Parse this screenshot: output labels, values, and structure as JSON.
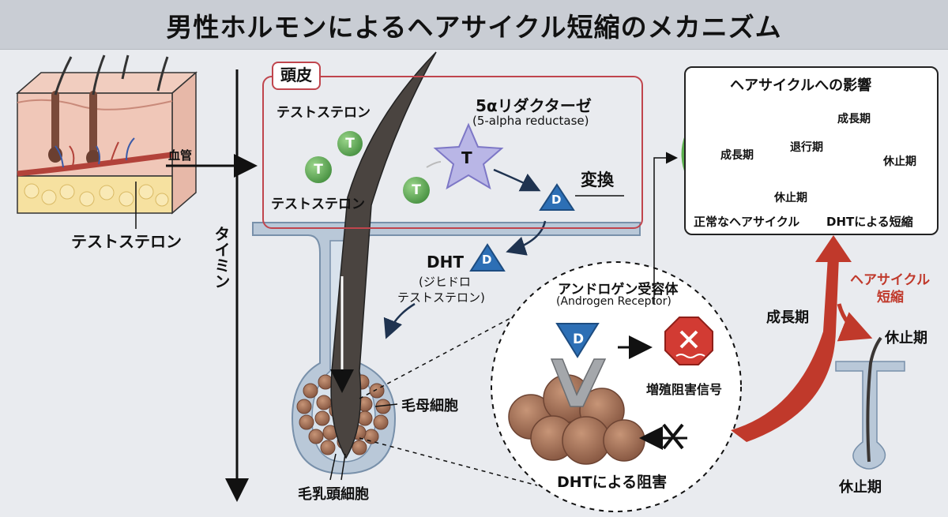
{
  "title": "男性ホルモンによるヘアサイクル短縮のメカニズム",
  "skin_section": {
    "blood_vessel_label": "血管",
    "testosterone_label": "テストステロン"
  },
  "timeline_label": "タイミン",
  "scalp": {
    "label": "頭皮",
    "testosterone_top": "テストステロン",
    "testosterone_bottom": "テストステロン",
    "enzyme_name": "5αリダクターゼ",
    "enzyme_english": "(5-alpha reductase)",
    "conversion_label": "変換",
    "t_symbol": "T",
    "d_symbol": "D"
  },
  "dht": {
    "name": "DHT",
    "full_name_line1": "(ジヒドロ",
    "full_name_line2": "テストステロン)"
  },
  "follicle": {
    "matrix_cells": "毛母細胞",
    "papilla_cells": "毛乳頭細胞"
  },
  "receptor": {
    "title": "アンドロゲン受容体",
    "english": "(Androgen Receptor)",
    "signal_label": "増殖阻害信号",
    "caption": "DHTによる阻害"
  },
  "effect_panel": {
    "title": "ヘアサイクルへの影響",
    "growth_phase": "成長期",
    "regression_phase": "退行期",
    "resting_phase": "休止期",
    "normal_caption": "正常なヘアサイクル",
    "short_growth": "成長期",
    "short_rest": "休止期",
    "dht_caption": "DHTによる短縮"
  },
  "shortening": {
    "label_line1": "ヘアサイクル",
    "label_line2": "短縮",
    "growth_label": "成長期",
    "rest_label": "休止期",
    "bottom_rest_label": "休止期"
  },
  "colors": {
    "accent_red": "#c0454d",
    "testosterone_green": "#3f9a3c",
    "dht_blue": "#2d6fb5",
    "hair_dark": "#4a4440"
  }
}
